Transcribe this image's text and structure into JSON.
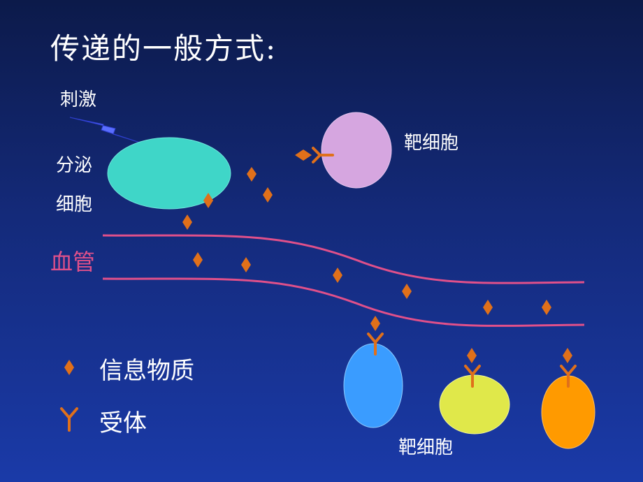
{
  "title": "传递的一般方式:",
  "labels": {
    "stimulus": "刺激",
    "secretory_cell_line1": "分泌",
    "secretory_cell_line2": "细胞",
    "target_cell_top": "靶细胞",
    "blood_vessel": "血管",
    "target_cells_bottom": "靶细胞"
  },
  "legend": {
    "messenger": "信息物质",
    "receptor": "受体"
  },
  "colors": {
    "background": "#142a7a",
    "secretory_cell": "#3fd6c8",
    "target_top": "#d6a6e0",
    "target_blue": "#3a9cff",
    "target_yellow": "#e0e84a",
    "target_orange": "#ff9a00",
    "vessel": "#e0508a",
    "messenger": "#e0701a",
    "lightning": "#5a6eff"
  }
}
